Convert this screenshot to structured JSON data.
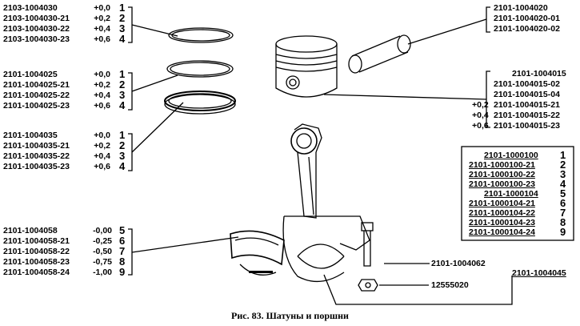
{
  "groups": {
    "compression_ring_top": {
      "rows": [
        {
          "code": "2103-1004030",
          "val": "+0,0",
          "idx": "1"
        },
        {
          "code": "2103-1004030-21",
          "val": "+0,2",
          "idx": "2"
        },
        {
          "code": "2103-1004030-22",
          "val": "+0,4",
          "idx": "3"
        },
        {
          "code": "2103-1004030-23",
          "val": "+0,6",
          "idx": "4"
        }
      ]
    },
    "compression_ring_second": {
      "rows": [
        {
          "code": "2101-1004025",
          "val": "+0,0",
          "idx": "1"
        },
        {
          "code": "2101-1004025-21",
          "val": "+0,2",
          "idx": "2"
        },
        {
          "code": "2101-1004025-22",
          "val": "+0,4",
          "idx": "3"
        },
        {
          "code": "2101-1004025-23",
          "val": "+0,6",
          "idx": "4"
        }
      ]
    },
    "oil_ring": {
      "rows": [
        {
          "code": "2101-1004035",
          "val": "+0,0",
          "idx": "1"
        },
        {
          "code": "2101-1004035-21",
          "val": "+0,2",
          "idx": "2"
        },
        {
          "code": "2101-1004035-22",
          "val": "+0,4",
          "idx": "3"
        },
        {
          "code": "2101-1004035-23",
          "val": "+0,6",
          "idx": "4"
        }
      ]
    },
    "bearing_shell": {
      "rows": [
        {
          "code": "2101-1004058",
          "val": "-0,00",
          "idx": "5"
        },
        {
          "code": "2101-1004058-21",
          "val": "-0,25",
          "idx": "6"
        },
        {
          "code": "2101-1004058-22",
          "val": "-0,50",
          "idx": "7"
        },
        {
          "code": "2101-1004058-23",
          "val": "-0,75",
          "idx": "8"
        },
        {
          "code": "2101-1004058-24",
          "val": "-1,00",
          "idx": "9"
        }
      ]
    },
    "piston_pin": {
      "rows": [
        {
          "code": "2101-1004020"
        },
        {
          "code": "2101-1004020-01"
        },
        {
          "code": "2101-1004020-02"
        }
      ]
    },
    "piston": {
      "rows": [
        {
          "prefix": "",
          "code": "2101-1004015"
        },
        {
          "prefix": "",
          "code": "2101-1004015-02"
        },
        {
          "prefix": "",
          "code": "2101-1004015-04"
        },
        {
          "prefix": "+0,2",
          "code": "2101-1004015-21"
        },
        {
          "prefix": "+0,4",
          "code": "2101-1004015-22"
        },
        {
          "prefix": "+0,6",
          "code": "2101-1004015-23"
        }
      ]
    },
    "connecting_rod_table": {
      "rows": [
        {
          "code": "2101-1000100",
          "idx": "1"
        },
        {
          "code": "2101-1000100-21",
          "idx": "2"
        },
        {
          "code": "2101-1000100-22",
          "idx": "3"
        },
        {
          "code": "2101-1000100-23",
          "idx": "4"
        },
        {
          "code": "2101-1000104",
          "idx": "5"
        },
        {
          "code": "2101-1000104-21",
          "idx": "6"
        },
        {
          "code": "2101-1000104-22",
          "idx": "7"
        },
        {
          "code": "2101-1000104-23",
          "idx": "8"
        },
        {
          "code": "2101-1000104-24",
          "idx": "9"
        }
      ]
    },
    "rod_bolt": {
      "code": "2101-1004062"
    },
    "rod_nut": {
      "code": "12555020"
    },
    "rod_assembly": {
      "code": "2101-1004045"
    }
  },
  "caption": "Рис. 83. Шатуны и поршни"
}
